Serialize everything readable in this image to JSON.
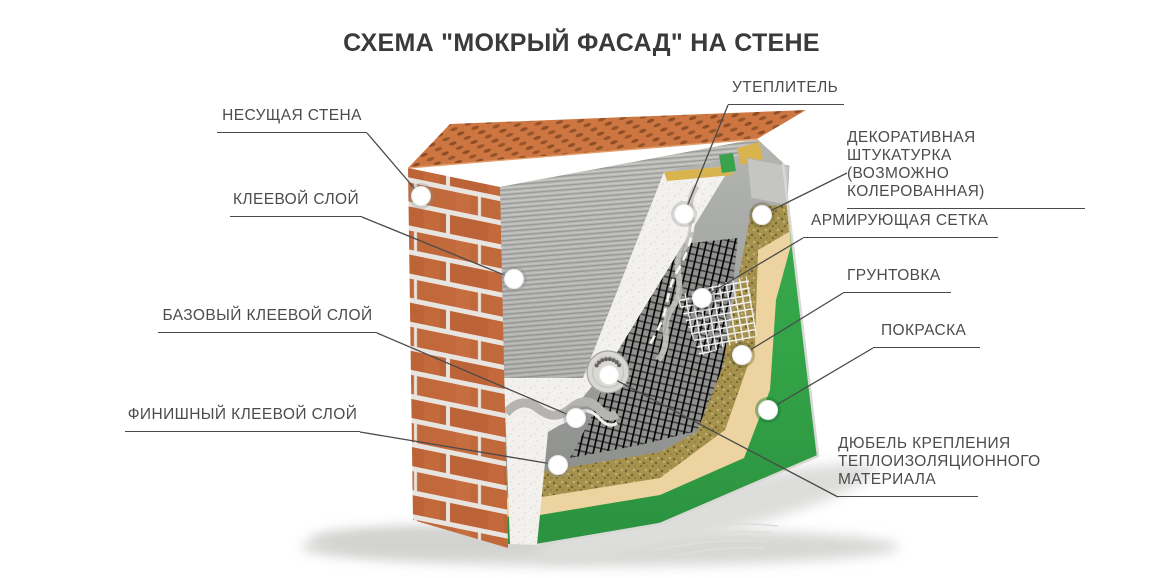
{
  "title": "СХЕМА \"МОКРЫЙ ФАСАД\" НА СТЕНЕ",
  "labels": {
    "left": [
      {
        "text": "НЕСУЩАЯ СТЕНА"
      },
      {
        "text": "КЛЕЕВОЙ СЛОЙ"
      },
      {
        "text": "БАЗОВЫЙ КЛЕЕВОЙ СЛОЙ"
      },
      {
        "text": "ФИНИШНЫЙ КЛЕЕВОЙ СЛОЙ"
      }
    ],
    "right": [
      {
        "text": "УТЕПЛИТЕЛЬ"
      },
      {
        "text": "ДЕКОРАТИВНАЯ ШТУКАТУРКА\n(ВОЗМОЖНО КОЛЕРОВАННАЯ)"
      },
      {
        "text": "АРМИРУЮЩАЯ СЕТКА"
      },
      {
        "text": "ГРУНТОВКА"
      },
      {
        "text": "ПОКРАСКА"
      },
      {
        "text": "ДЮБЕЛЬ КРЕПЛЕНИЯ\nТЕПЛОИЗОЛЯЦИОННОГО\nМАТЕРИАЛА"
      }
    ]
  },
  "colors": {
    "title_text": "#3a3a3a",
    "label_text": "#4c4c4c",
    "leader_line": "#4a4a4a",
    "brick": "#c2693c",
    "mortar": "#e8e5e0",
    "adhesive_comb": "#b9b9b7",
    "insulation_white": "#f2f1ed",
    "mineral_wool_yellow": "#d9b44e",
    "base_coat_gray": "#a9aba9",
    "mesh_dark": "#3f3f3d",
    "decorative_plaster_khaki": "#a6924d",
    "primer_tan": "#ecd3a0",
    "paint_green": "#33a347",
    "marker": "#ffffff"
  }
}
